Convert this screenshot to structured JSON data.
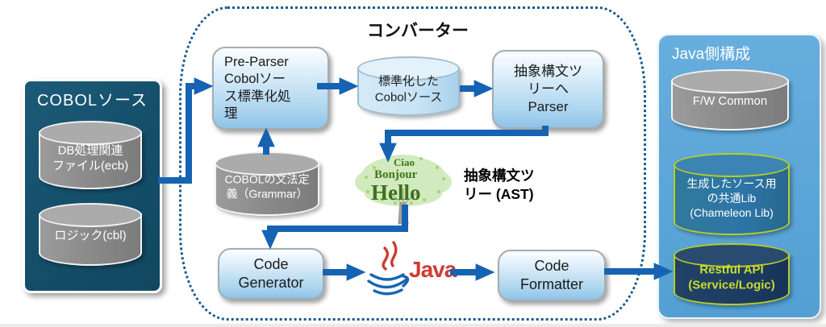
{
  "colors": {
    "arrow_blue": "#1563b2",
    "converter_dash": "#1b5a8e",
    "left_panel_bg": "#15506b",
    "right_panel_bg": "#5ba6d8",
    "lib_cylinder_border": "#b8cc25",
    "java_logo_red": "#cf3b31"
  },
  "left_panel": {
    "title": "COBOLソース",
    "cylinders": [
      {
        "label": "DB処理関連\nファイル(ecb)"
      },
      {
        "label": "ロジック(cbl)"
      }
    ]
  },
  "converter": {
    "title": "コンバーター",
    "pre_parser_label": "Pre-Parser\nCobolソー\nス標準化処\n理",
    "standardized_label": "標準化した\nCobolソース",
    "parser_label": "抽象構文ツ\nリーへ\nParser",
    "grammar_label": "COBOLの文法定\n義（Grammar）",
    "ast_label": "抽象構文ツ\nリー (AST)",
    "tree_words": [
      "Ciao",
      "Bonjour",
      "Hello"
    ],
    "code_generator_label": "Code\nGenerator",
    "java_label": "Java",
    "code_formatter_label": "Code\nFormatter"
  },
  "right_panel": {
    "title": "Java側構成",
    "cylinders": [
      {
        "label": "F/W Common"
      },
      {
        "label": "生成したソース用\nの共通Lib\n(Chameleon Lib)"
      },
      {
        "label": "Restful API\n(Service/Logic)"
      }
    ]
  }
}
